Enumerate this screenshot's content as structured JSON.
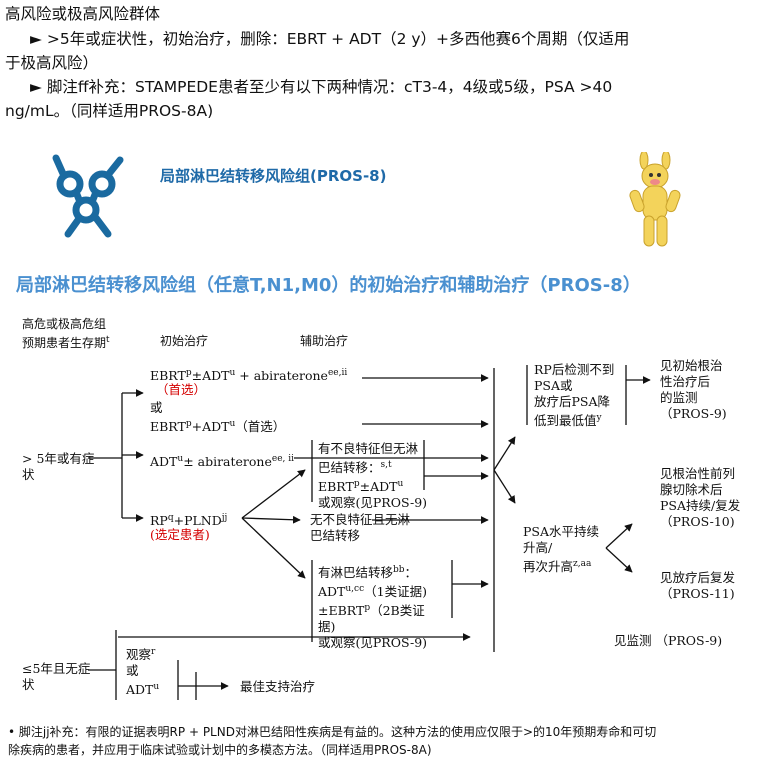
{
  "intro": {
    "line1": "高风险或极高风险群体",
    "bullet1_a": "►  >5年或症状性，初始治疗，删除：EBRT + ADT（2 y）+多西他赛6个周期（仅适用",
    "bullet1_b": "于极高风险）",
    "bullet2_a": "►  脚注ff补充：STAMPEDE患者至少有以下两种情况：cT3-4，4级或5级，PSA >40",
    "bullet2_b": "ng/mL。（同样适用PROS-8A)"
  },
  "header": {
    "logo_label": "局部淋巴结转移风险组(PROS-8)",
    "title": "局部淋巴结转移风险组（任意T,N1,M0）的初始治疗和辅助治疗（PROS-8）"
  },
  "columns": {
    "risk_line1": "高危或极高危组",
    "risk_line2": "预期患者生存期",
    "risk_sup": "t",
    "initial": "初始治疗",
    "adjuvant": "辅助治疗"
  },
  "diagram": {
    "life_gt5_a": "> 5年或有症",
    "life_gt5_b": "状",
    "ebrt_adt_abi": "EBRT",
    "ebrt_adt_abi_sup1": "p",
    "ebrt_adt_abi_mid": "±ADT",
    "ebrt_adt_abi_sup2": "u",
    "ebrt_adt_abi_tail": " + abiraterone",
    "ebrt_adt_abi_sup3": "ee,ii",
    "preferred1": "（首选）",
    "or1": "或",
    "ebrt_adt": "EBRT",
    "ebrt_adt_sup1": "p",
    "ebrt_adt_mid": "+ADT",
    "ebrt_adt_sup2": "u",
    "ebrt_adt_tail": "（首选）",
    "adt_abi": "ADT",
    "adt_abi_sup1": "u",
    "adt_abi_tail": "± abiraterone",
    "adt_abi_sup2": "ee, ii",
    "rp_plnd": "RP",
    "rp_plnd_sup1": "q",
    "rp_plnd_mid": "+PLND",
    "rp_plnd_sup2": "jj",
    "selected": "(选定患者)",
    "adverse_a": "有不良特征但无淋",
    "adverse_b": "巴结转移：",
    "adverse_b_sup": "s,t",
    "adverse_c": "EBRT",
    "adverse_c_sup1": "p",
    "adverse_c_mid": "±ADT",
    "adverse_c_sup2": "u",
    "adverse_d": "或观察(见PROS-9)",
    "noadverse_a": "无不良特征且无淋",
    "noadverse_b": "巴结转移",
    "node_a": "有淋巴结转移",
    "node_a_sup": "bb",
    "node_a_tail": "：",
    "node_b": "ADT",
    "node_b_sup": "u,cc",
    "node_b_tail": "（1类证据)",
    "node_c": "±EBRT",
    "node_c_sup": "p",
    "node_c_tail": "（2B类证",
    "node_d": "据)",
    "node_e": "或观察(见PROS-9)",
    "rp_detect_a": "RP后检测不到",
    "rp_detect_b": "PSA或",
    "rp_detect_c": "放疗后PSA降",
    "rp_detect_d": "低到最低值",
    "rp_detect_sup": "y",
    "psa_a": "PSA水平持续",
    "psa_b": "升高/",
    "psa_c": "再次升高",
    "psa_sup": "z,aa",
    "see_rad_a": "见初始根治",
    "see_rad_b": "性治疗后",
    "see_rad_c": "的监测",
    "see_rad_d": "（PROS-9)",
    "see_rp_a": "见根治性前列",
    "see_rp_b": "腺切除术后",
    "see_rp_c": "PSA持续/复发",
    "see_rp_d": "（PROS-10)",
    "see_rt_a": "见放疗后复发",
    "see_rt_b": "（PROS-11)",
    "see_monitor": "见监测 （PROS-9)",
    "life_le5_a": "≤5年且无症",
    "life_le5_b": "状",
    "observe": "观察",
    "observe_sup": "r",
    "or2": "或",
    "adt2": "ADT",
    "adt2_sup": "u",
    "best_support": "最佳支持治疗"
  },
  "footnote": {
    "line1": "• 脚注jj补充：有限的证据表明RP + PLND对淋巴结阳性疾病是有益的。这种方法的使用应仅限于>的10年预期寿命和可切",
    "line2": "除疾病的患者，并应用于临床试验或计划中的多模态方法。（同样适用PROS-8A)"
  },
  "colors": {
    "logo": "#1a6aa0",
    "title": "#4a90d0",
    "preferred": "#d40000",
    "mascot": "#f3d35b"
  }
}
